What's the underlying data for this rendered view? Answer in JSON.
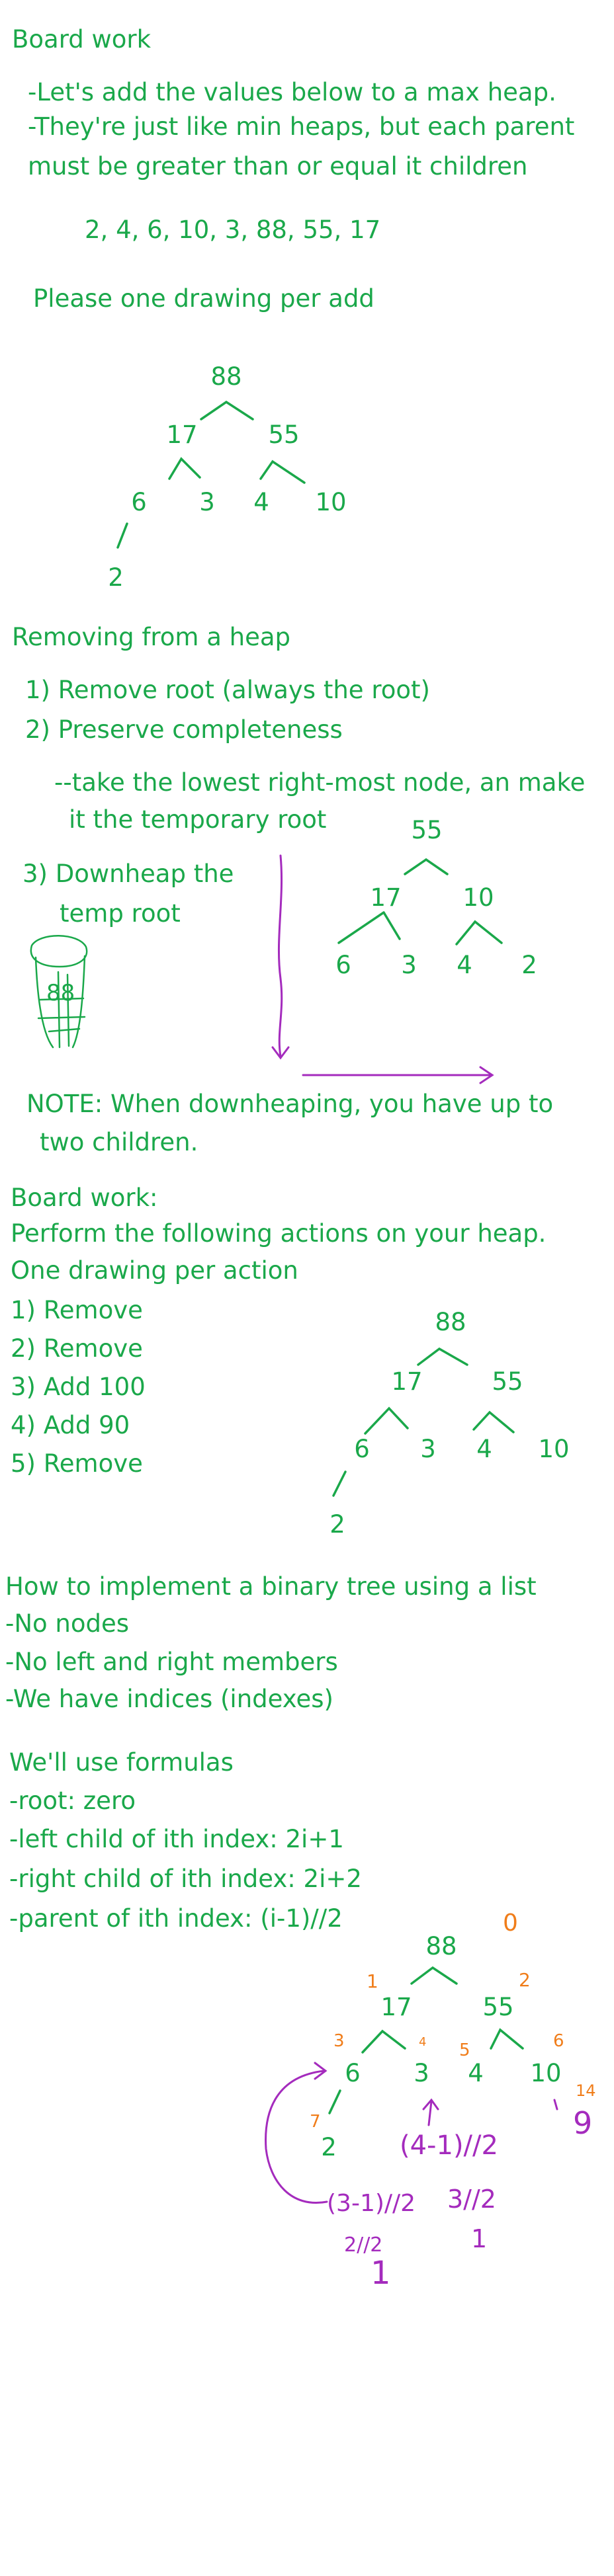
{
  "section1": {
    "title": "Board work",
    "line1": "-Let's add the values below to a max heap.",
    "line2": "-They're just like min heaps, but each parent",
    "line3": "must be greater than or equal it children",
    "values": "2, 4, 6, 10, 3, 88, 55, 17",
    "instruction": "Please one drawing per add",
    "tree": [
      "88",
      "17",
      "55",
      "6",
      "3",
      "4",
      "10",
      "2"
    ]
  },
  "section2": {
    "title": "Removing from a heap",
    "step1": "1) Remove root (always the root)",
    "step2": "2) Preserve completeness",
    "step2a": "--take the lowest right-most node, an make",
    "step2b": "it the temporary root",
    "step3a": "3) Downheap the",
    "step3b": "temp root",
    "trash_label": "88",
    "tree": [
      "55",
      "17",
      "10",
      "6",
      "3",
      "4",
      "2"
    ],
    "note1": "NOTE: When downheaping, you have up to",
    "note2": "two children."
  },
  "section3": {
    "title": "Board work:",
    "line1": "Perform the following actions on your heap.",
    "line2": "One drawing per action",
    "actions": [
      "1) Remove",
      "2) Remove",
      "3) Add 100",
      "4) Add 90",
      "5) Remove"
    ],
    "tree": [
      "88",
      "17",
      "55",
      "6",
      "3",
      "4",
      "10",
      "2"
    ]
  },
  "section4": {
    "title": "How to implement a binary tree using a list",
    "line1": "-No nodes",
    "line2": "-No left and right members",
    "line3": "-We have indices (indexes)",
    "formulas_title": "We'll use formulas",
    "f1": "-root: zero",
    "f2": "-left child of ith index:  2i+1",
    "f3": "-right child of ith index: 2i+2",
    "f4": "-parent of ith index: (i-1)//2",
    "tree": [
      "88",
      "17",
      "55",
      "6",
      "3",
      "4",
      "10",
      "2"
    ],
    "indices": [
      "0",
      "1",
      "2",
      "3",
      "4",
      "5",
      "6",
      "7",
      "14"
    ],
    "extra_node": "9",
    "calc1": "(4-1)//2",
    "calc2": "(3-1)//2",
    "calc3": "3//2",
    "calc4": "1",
    "calc5": "2//2",
    "calc6": "1"
  },
  "colors": {
    "green": "#1aa84a",
    "purple": "#a42bbd",
    "orange": "#f07d1a"
  }
}
